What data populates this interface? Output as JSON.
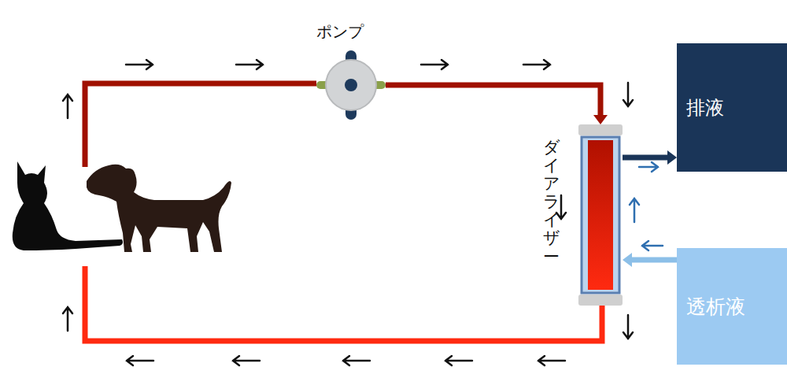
{
  "diagram": {
    "nodes": [
      {
        "text": [
          "ポンプ"
        ]
      },
      {
        "text": [
          "ダイアライザー"
        ]
      },
      {
        "text": [
          "排液"
        ]
      },
      {
        "text": [
          "透析液"
        ]
      }
    ],
    "edges": [
      {
        "from": 0,
        "to": 1,
        "arrow": "to"
      },
      {
        "from": 1,
        "to": 2,
        "arrow": "to"
      },
      {
        "from": 3,
        "to": 1,
        "arrow": "to"
      }
    ]
  }
}
